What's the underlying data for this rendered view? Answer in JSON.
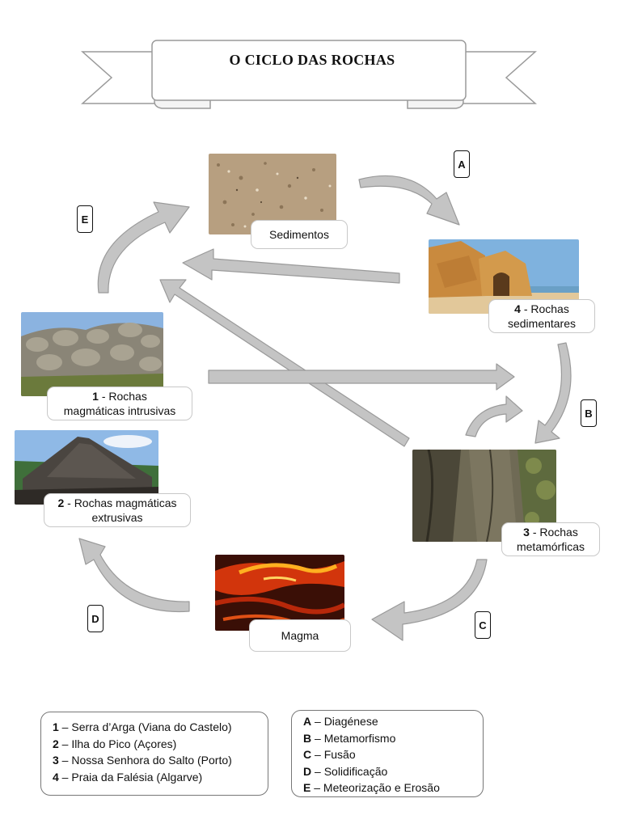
{
  "title": "O CICLO DAS ROCHAS",
  "nodes": {
    "sedimentos": {
      "label": "Sedimentos"
    },
    "sedimentares": {
      "num": "4",
      "label1": " - Rochas",
      "label2": "sedimentares"
    },
    "intrusivas": {
      "num": "1",
      "label1": " - Rochas",
      "label2": "magmáticas intrusivas"
    },
    "extrusivas": {
      "num": "2",
      "label1": " - Rochas magmáticas",
      "label2": "extrusivas"
    },
    "metamorficas": {
      "num": "3",
      "label1": " - Rochas",
      "label2": "metamórficas"
    },
    "magma": {
      "label": "Magma"
    }
  },
  "steps": {
    "A": "A",
    "B": "B",
    "C": "C",
    "D": "D",
    "E": "E"
  },
  "legend_places": [
    {
      "num": "1",
      "text": " – Serra d’Arga (Viana do Castelo)"
    },
    {
      "num": "2",
      "text": " – Ilha do Pico (Açores)"
    },
    {
      "num": "3",
      "text": " – Nossa Senhora do Salto (Porto)"
    },
    {
      "num": "4",
      "text": " – Praia da Falésia (Algarve)"
    }
  ],
  "legend_processes": [
    {
      "letter": "A",
      "text": " – Diagénese"
    },
    {
      "letter": "B",
      "text": " – Metamorfismo"
    },
    {
      "letter": "C",
      "text": " – Fusão"
    },
    {
      "letter": "D",
      "text": " – Solidificação"
    },
    {
      "letter": "E",
      "text": " – Meteorização e Erosão"
    }
  ],
  "colors": {
    "arrow_fill": "#c4c4c4",
    "arrow_stroke": "#9a9a9a",
    "banner_stroke": "#9a9a9a"
  }
}
